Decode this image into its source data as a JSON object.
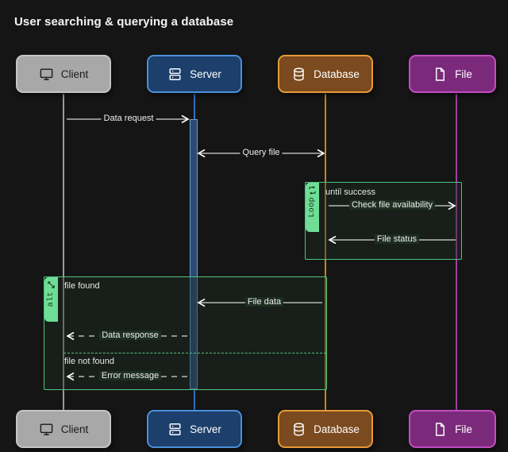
{
  "title": "User searching & querying a database",
  "colors": {
    "background": "#151515",
    "client_fill": "#a8a8a8",
    "client_border": "#c5c5c5",
    "client_text": "#1b1b1b",
    "server_fill": "#1d3f6b",
    "server_border": "#4a90d9",
    "server_text": "#ffffff",
    "database_fill": "#7b4a1e",
    "database_border": "#e49a3a",
    "database_text": "#ffffff",
    "file_fill": "#7b2a7b",
    "file_border": "#c24dc2",
    "file_text": "#ffffff",
    "fragment_accent": "#4fc47f",
    "fragment_tab": "#6fdd95",
    "message_line": "#d8d8d8",
    "activation_fill": "#2b4a72"
  },
  "actors": [
    {
      "id": "client",
      "label": "Client",
      "icon": "monitor-icon",
      "lifeline_color": "#9a9a9a"
    },
    {
      "id": "server",
      "label": "Server",
      "icon": "server-rack-icon",
      "lifeline_color": "#2f6fc0"
    },
    {
      "id": "database",
      "label": "Database",
      "icon": "database-icon",
      "lifeline_color": "#c9851f"
    },
    {
      "id": "file",
      "label": "File",
      "icon": "file-doc-icon",
      "lifeline_color": "#a03fa0"
    }
  ],
  "fragments": [
    {
      "id": "loop",
      "type": "Loop",
      "icon": "loop-arrows-icon",
      "conditions": [
        "until success"
      ]
    },
    {
      "id": "alt",
      "type": "alt",
      "icon": "branch-fork-icon",
      "conditions": [
        "file found",
        "file not found"
      ]
    }
  ],
  "messages": [
    {
      "id": "m1",
      "label": "Data request",
      "from": "client",
      "to": "server",
      "style": "solid",
      "direction": "forward"
    },
    {
      "id": "m2",
      "label": "Query file",
      "from": "server",
      "to": "database",
      "style": "solid",
      "direction": "both"
    },
    {
      "id": "m3",
      "label": "Check file availability",
      "from": "database",
      "to": "file",
      "style": "solid",
      "direction": "forward"
    },
    {
      "id": "m4",
      "label": "File status",
      "from": "file",
      "to": "database",
      "style": "solid",
      "direction": "backward"
    },
    {
      "id": "m5",
      "label": "File data",
      "from": "database",
      "to": "server",
      "style": "solid",
      "direction": "backward"
    },
    {
      "id": "m6",
      "label": "Data response",
      "from": "server",
      "to": "client",
      "style": "dashed",
      "direction": "backward"
    },
    {
      "id": "m7",
      "label": "Error message",
      "from": "server",
      "to": "client",
      "style": "dashed",
      "direction": "backward"
    }
  ]
}
